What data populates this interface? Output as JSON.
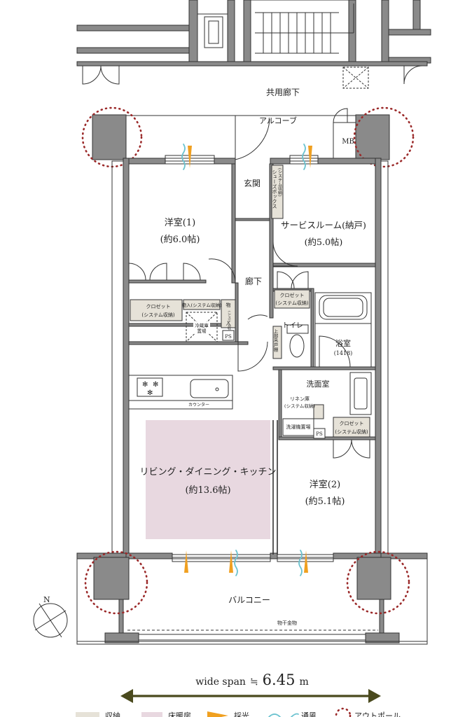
{
  "rooms": {
    "corridor": "共用廊下",
    "alcove": "アルコーブ",
    "mb": "MB",
    "entrance": "玄関",
    "shoes_box": "シューズボックス",
    "shoes_box_sub": "(システム収納)",
    "western1": "洋室(1)",
    "western1_size": "(約6.0帖)",
    "service": "サービスルーム(納戸)",
    "service_size": "(約5.0帖)",
    "hallway": "廊下",
    "closet1_a": "クロゼット",
    "closet1_b": "(システム収納)",
    "storage1": "物入(システム収納)",
    "storage2_a": "物",
    "storage2_b": "(システム収納)",
    "storage2_c": "入",
    "fridge_a": "冷蔵庫",
    "fridge_b": "置場",
    "ps": "PS",
    "closet2_a": "クロゼット",
    "closet2_b": "(システム収納)",
    "toilet": "トイレ",
    "upper_shelf": "上部吊戸棚",
    "bath": "浴室",
    "bath_size": "(1418)",
    "counter": "カウンター",
    "washroom": "洗面室",
    "linen_a": "リネン庫",
    "linen_b": "(システム収納)",
    "washer": "洗濯機置場",
    "ps2": "PS",
    "closet3_a": "クロゼット",
    "closet3_b": "(システム収納)",
    "ldk": "リビング・ダイニング・キッチン",
    "ldk_size": "(約13.6帖)",
    "western2": "洋室(2)",
    "western2_size": "(約5.1帖)",
    "balcony": "バルコニー",
    "drying": "物干金物",
    "north": "N"
  },
  "span": {
    "label": "wide span",
    "approx": "≒",
    "value": "6.45",
    "unit": "m"
  },
  "legend": [
    {
      "label": "収納",
      "icon": "storage-swatch",
      "color": "#e6e2d8"
    },
    {
      "label": "床暖房",
      "icon": "floor-heating-swatch",
      "color": "#e8d8e0"
    },
    {
      "label": "採光",
      "icon": "sunlight-icon",
      "color": "#f0a020"
    },
    {
      "label": "通風",
      "icon": "ventilation-icon",
      "color": "#6cc3d0"
    },
    {
      "label": "アウトポール",
      "icon": "outpole-icon",
      "color": "#9b2a2a"
    }
  ],
  "colors": {
    "span_arrow": "#4a4a1e",
    "text": "#222222"
  }
}
